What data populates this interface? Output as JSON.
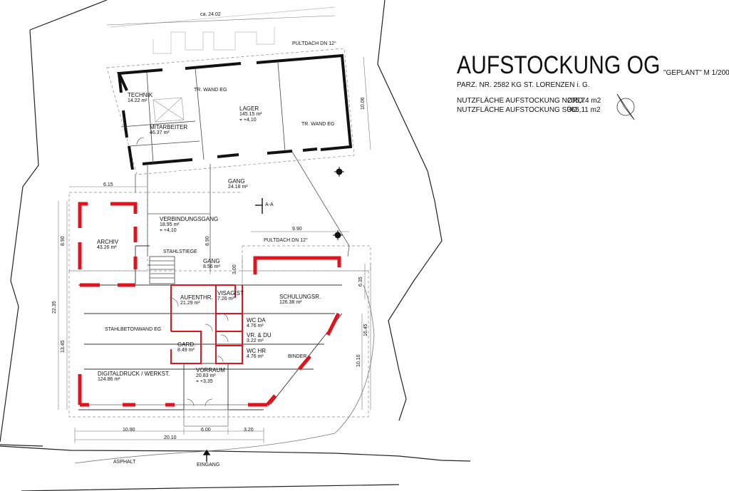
{
  "header": {
    "title": "AUFSTOCKUNG OG",
    "scale": "\"GEPLANT\"  M 1/200",
    "parcel": "PARZ. NR. 2582 KG ST. LORENZEN i. G.",
    "area_north_label": "NUTZFLÄCHE AUFSTOCKUNG NORD:",
    "area_north_value": "205,74 m2",
    "area_south_label": "NUTZFLÄCHE AUFSTOCKUNG SÜD:",
    "area_south_value": "365,11 m2"
  },
  "rooms": {
    "technik": {
      "name": "TECHNIK",
      "area": "14.22 m²"
    },
    "mitarbeiter": {
      "name": "MITARBEITER",
      "area": "46.37 m²"
    },
    "lager": {
      "name": "LAGER",
      "area": "145.15 m²",
      "level": "+4,10"
    },
    "gang_top": {
      "name": "GANG",
      "area": "24.18 m²"
    },
    "verbindungsgang": {
      "name": "VERBINDUNGSGANG",
      "area": "18.95 m²",
      "level": "+4,10"
    },
    "archiv": {
      "name": "ARCHIV",
      "area": "43.26 m²"
    },
    "gang_mid": {
      "name": "GANG",
      "area": "8.56 m²"
    },
    "aufenthr": {
      "name": "AUFENTHR.",
      "area": "21.29 m²"
    },
    "visagist": {
      "name": "VISAGIST",
      "area": "7.26 m²"
    },
    "schulungsr": {
      "name": "SCHULUNGSR.",
      "area": "126.38 m²"
    },
    "wc_da": {
      "name": "WC DA",
      "area": "4.76 m²"
    },
    "vr_du": {
      "name": "VR. & DU",
      "area": "3.22 m²"
    },
    "wc_hr": {
      "name": "WC HR",
      "area": "4.76 m²"
    },
    "gard": {
      "name": "GARD.",
      "area": "8.49 m²"
    },
    "digitaldruck": {
      "name": "DIGITALDRUCK / WERKST.",
      "area": "124.86 m²"
    },
    "vorraum": {
      "name": "VORRAUM",
      "area": "20.83 m²",
      "level": "+3,35"
    }
  },
  "labels": {
    "tr_wand_eg_1": "TR. WAND EG",
    "tr_wand_eg_2": "TR. WAND EG",
    "pultdach_top": "PULTDACH DN 12°",
    "pultdach_mid": "PULTDACH DN 12°",
    "stahlstiege": "STAHLSTIEGE",
    "stahlbetonwand": "STAHLBETONWAND EG",
    "binder": "BINDER",
    "section": "A-A",
    "asphalt": "ASPHALT",
    "eingang": "EINGANG"
  },
  "dimensions": {
    "d_top": "ca. 24.02",
    "d_right_top": "10.06",
    "d_615": "6.15",
    "d_990": "9.90",
    "d_890_left": "8.90",
    "d_890_mid": "8.90",
    "d_2235": "22.35",
    "d_1345": "13.45",
    "d_300": "3.00",
    "d_635": "6.35",
    "d_1645": "16.45",
    "d_1010": "10.10",
    "d_1090": "10.90",
    "d_600": "6.00",
    "d_320": "3.20",
    "d_2010": "20.10"
  },
  "colors": {
    "new_wall": "#e0141e",
    "existing_wall": "#111111",
    "line": "#555555",
    "light": "#9a9a9a"
  }
}
